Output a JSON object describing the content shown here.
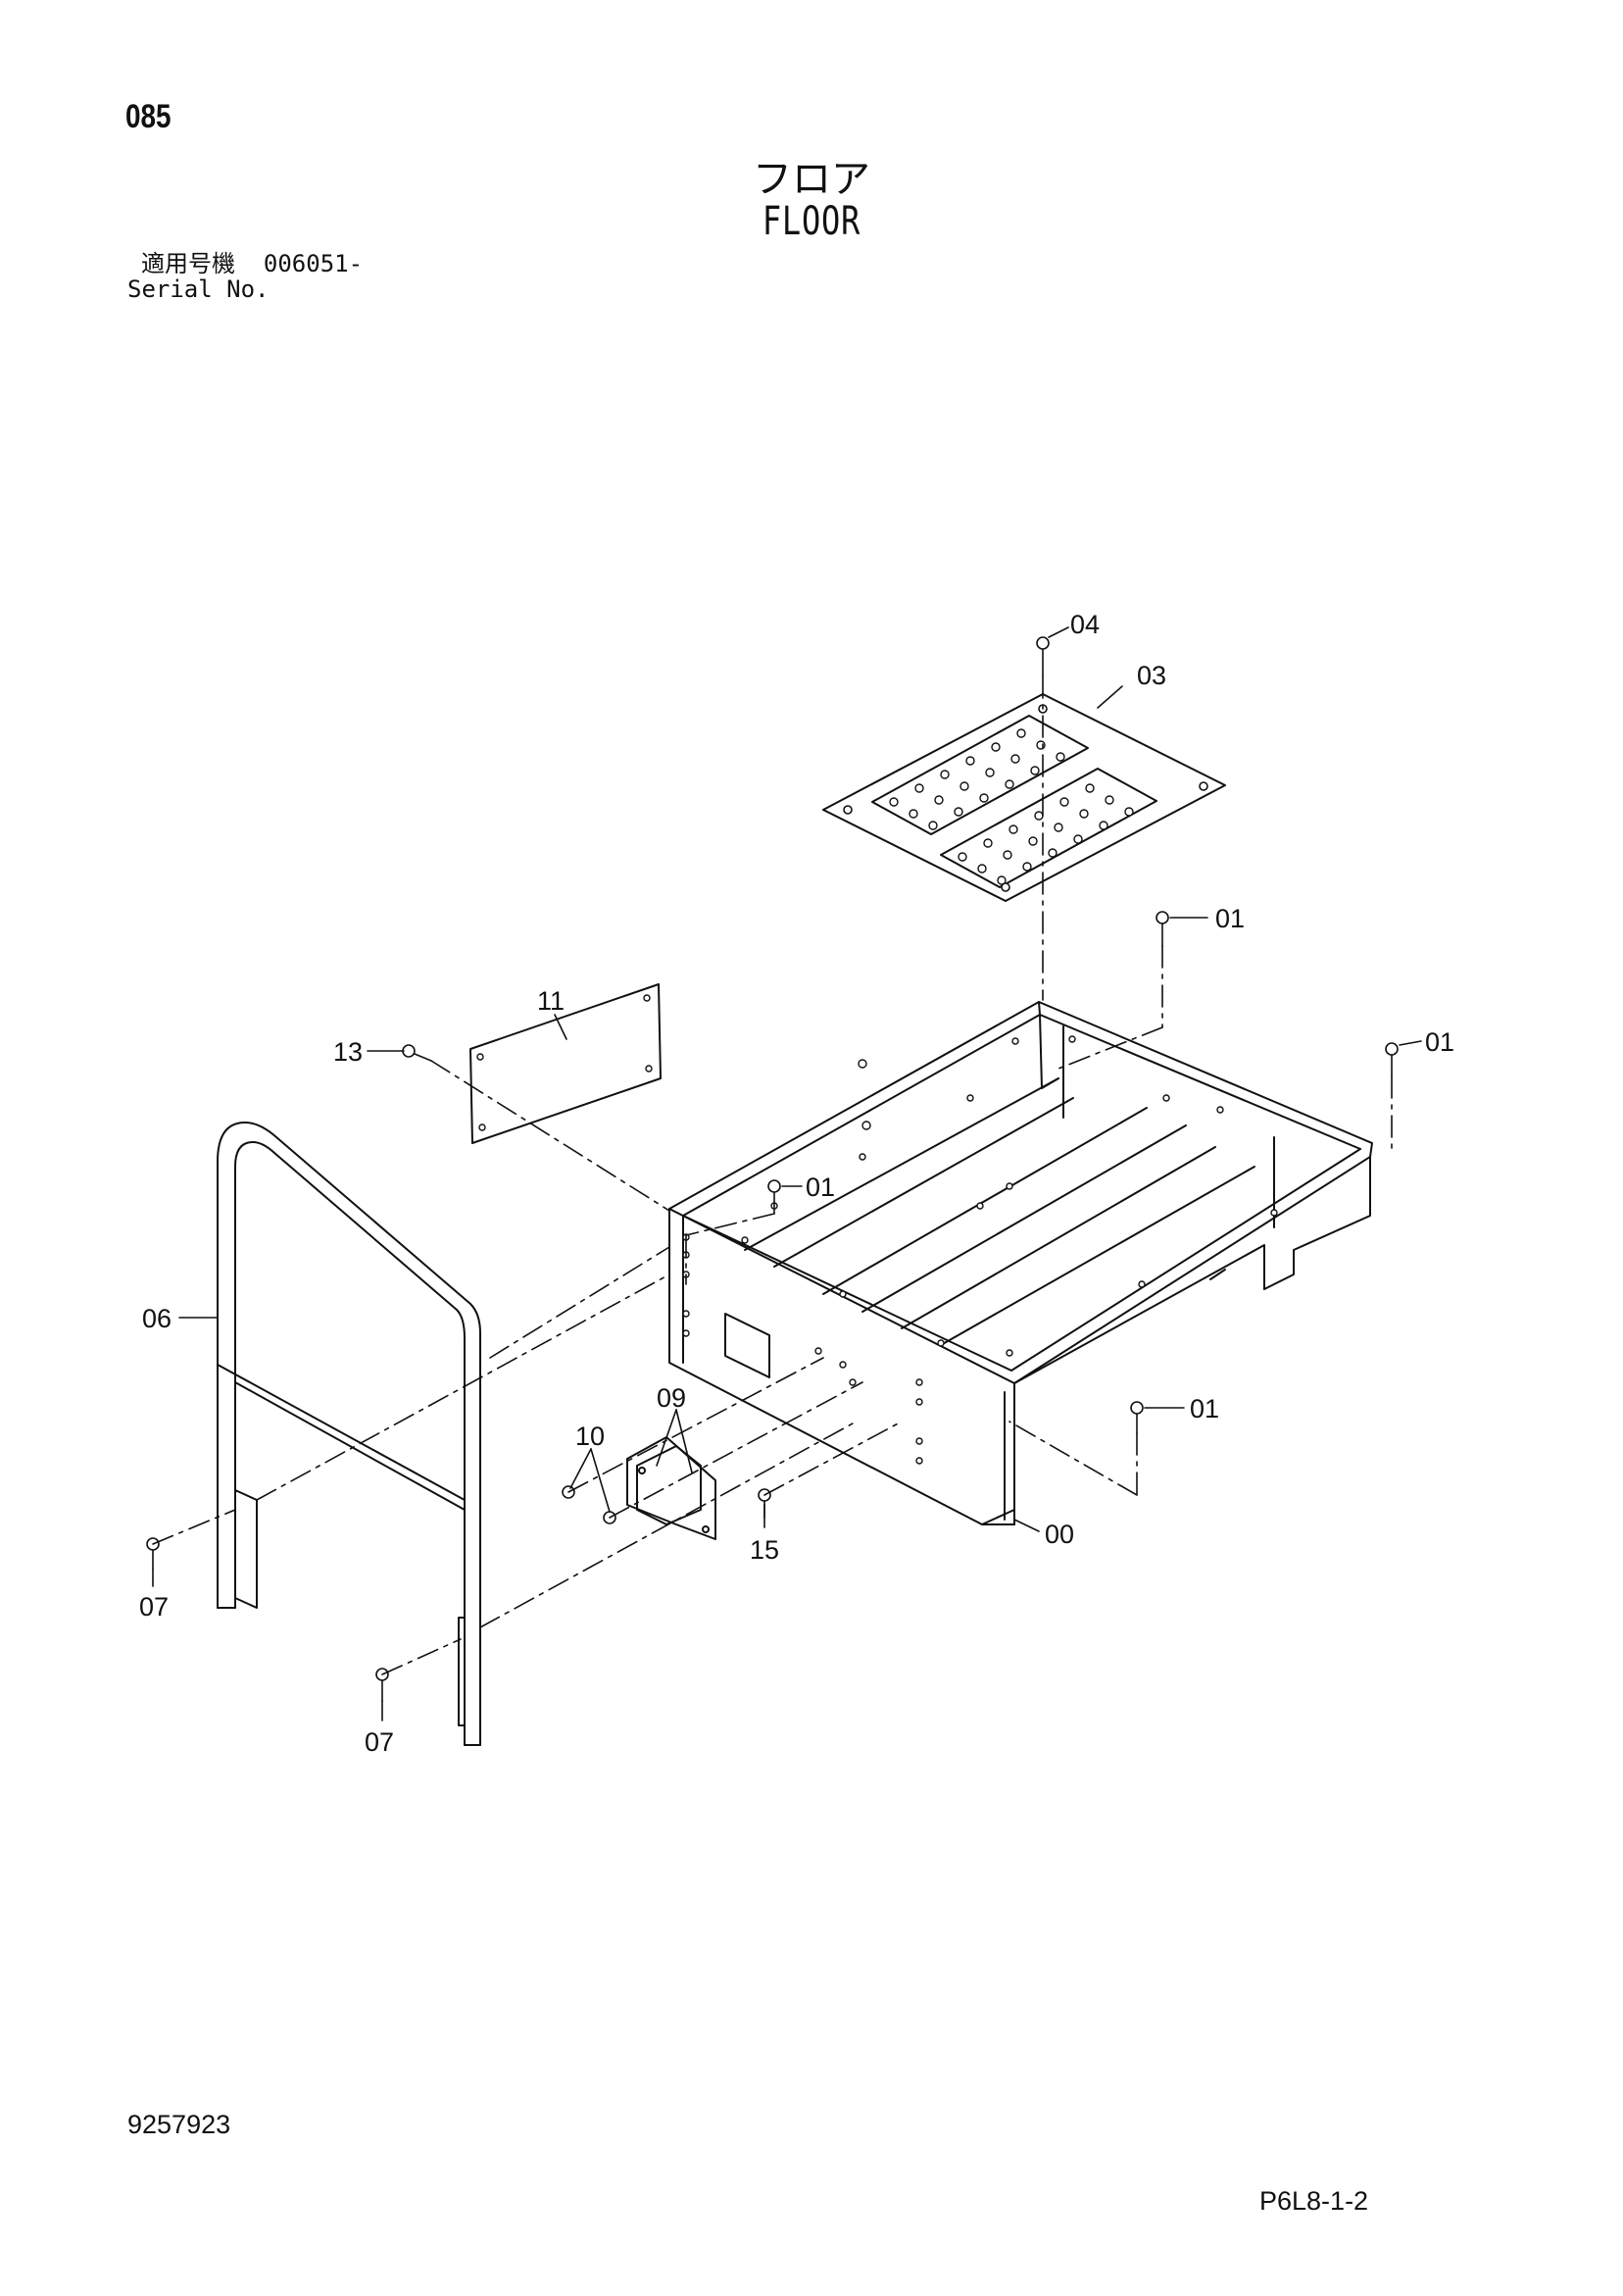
{
  "page_number": "085",
  "title_jp": "フロア",
  "title_en": "FLOOR",
  "serial": {
    "label_jp": "適用号機",
    "label_en": "Serial No.",
    "value": "006051-"
  },
  "callouts": {
    "c04": "04",
    "c03": "03",
    "c01_a": "01",
    "c01_b": "01",
    "c01_c": "01",
    "c01_d": "01",
    "c11": "11",
    "c13": "13",
    "c06": "06",
    "c09": "09",
    "c10": "10",
    "c15": "15",
    "c00": "00",
    "c07_a": "07",
    "c07_b": "07"
  },
  "footer": {
    "doc_number": "9257923",
    "sheet_code": "P6L8-1-2"
  }
}
